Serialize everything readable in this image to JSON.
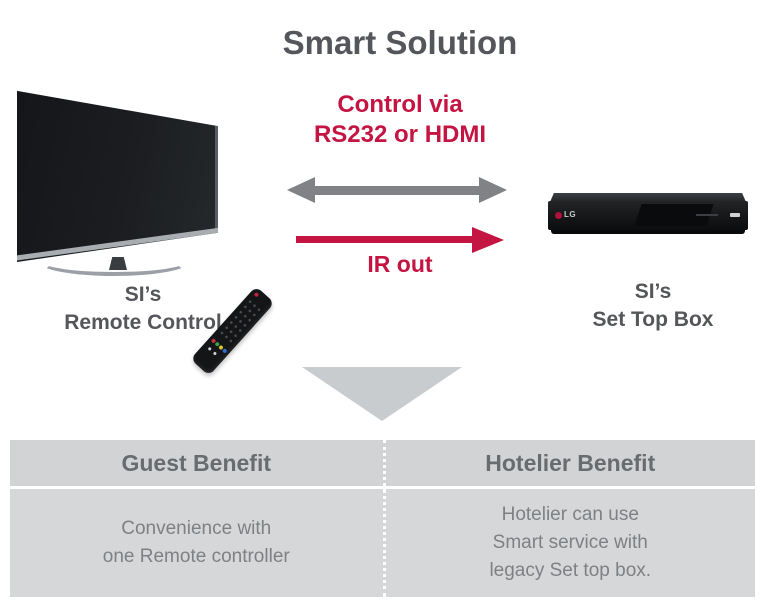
{
  "title": "Smart Solution",
  "diagram": {
    "connection_top": {
      "label_line1": "Control via",
      "label_line2": "RS232 or HDMI",
      "direction": "bidirectional"
    },
    "connection_bottom": {
      "label": "IR out",
      "direction": "left-to-right"
    },
    "tv": {
      "label_line1": "SI’s",
      "label_line2": "Remote Control"
    },
    "stb": {
      "label_line1": "SI’s",
      "label_line2": "Set Top Box",
      "logo_text": "LG"
    }
  },
  "table": {
    "columns": [
      {
        "header": "Guest Benefit",
        "lines": [
          "Convenience with",
          "one Remote controller"
        ]
      },
      {
        "header": "Hotelier Benefit",
        "lines": [
          "Hotelier can use",
          "Smart service with",
          "legacy Set top box."
        ]
      }
    ]
  },
  "colors": {
    "accent_red": "#c41442",
    "arrow_gray": "#808285",
    "title_text": "#54565b",
    "triangle_gray": "#c9ccce",
    "table_header_bg": "#d2d3d5",
    "table_body_bg": "#d6d7d8",
    "table_header_text": "#696c6f",
    "table_body_text": "#7e8184"
  }
}
